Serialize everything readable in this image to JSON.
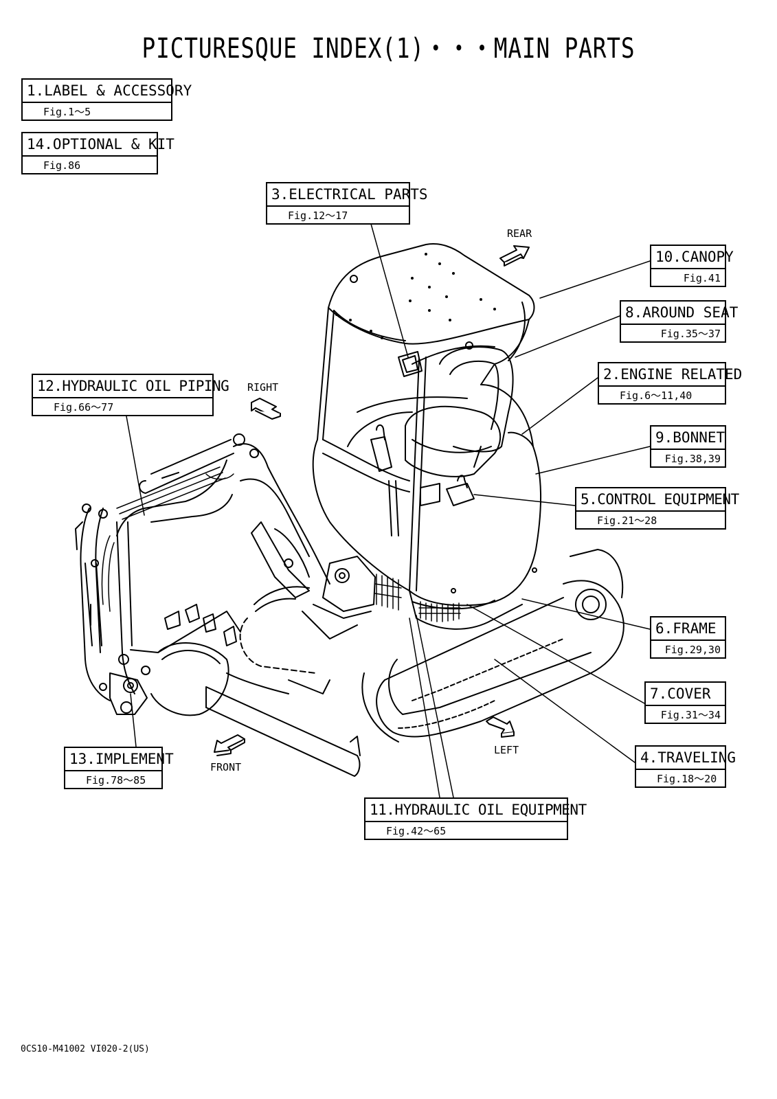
{
  "title": "PICTURESQUE INDEX(1)・・・MAIN PARTS",
  "labels": {
    "label_accessory": {
      "name": "1.LABEL & ACCESSORY",
      "fig": "Fig.1～5"
    },
    "optional_kit": {
      "name": "14.OPTIONAL & KIT",
      "fig": "Fig.86"
    },
    "electrical_parts": {
      "name": "3.ELECTRICAL PARTS",
      "fig": "Fig.12～17"
    },
    "canopy": {
      "name": "10.CANOPY",
      "fig": "Fig.41"
    },
    "around_seat": {
      "name": "8.AROUND SEAT",
      "fig": "Fig.35～37"
    },
    "engine_related": {
      "name": "2.ENGINE RELATED",
      "fig": "Fig.6～11,40"
    },
    "hydraulic_oil_piping": {
      "name": "12.HYDRAULIC OIL PIPING",
      "fig": "Fig.66～77"
    },
    "bonnet": {
      "name": "9.BONNET",
      "fig": "Fig.38,39"
    },
    "control_equipment": {
      "name": "5.CONTROL EQUIPMENT",
      "fig": "Fig.21～28"
    },
    "frame": {
      "name": "6.FRAME",
      "fig": "Fig.29,30"
    },
    "cover": {
      "name": "7.COVER",
      "fig": "Fig.31～34"
    },
    "implement": {
      "name": "13.IMPLEMENT",
      "fig": "Fig.78～85"
    },
    "traveling": {
      "name": "4.TRAVELING",
      "fig": "Fig.18～20"
    },
    "hydraulic_oil_equipment": {
      "name": "11.HYDRAULIC OIL EQUIPMENT",
      "fig": "Fig.42～65"
    }
  },
  "directions": {
    "rear": "REAR",
    "right": "RIGHT",
    "front": "FRONT",
    "left": "LEFT"
  },
  "doc_code": "0CS10-M41002 VI020-2(US)"
}
